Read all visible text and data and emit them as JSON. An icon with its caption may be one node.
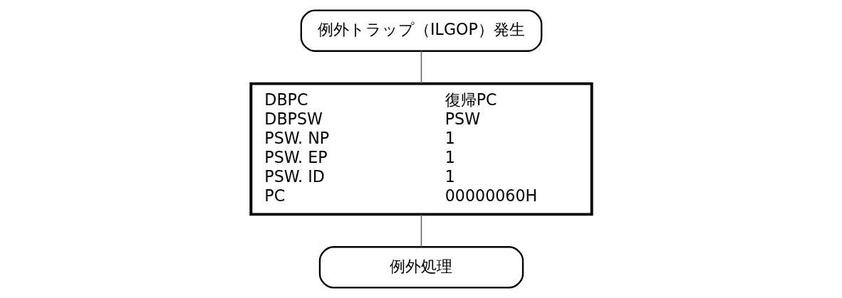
{
  "diagram": {
    "nodes": [
      {
        "text": [
          "例外トラップ（ILGOP）発生"
        ]
      },
      {
        "text": [
          "DBPC",
          "復帰PC",
          "DBPSW",
          "PSW",
          "PSW. NP",
          "1",
          "PSW. EP",
          "1",
          "PSW. ID",
          "1",
          "PC",
          "00000060H"
        ]
      },
      {
        "text": [
          "例外処理"
        ]
      }
    ],
    "edges": [
      {
        "from": 0,
        "to": 1,
        "arrow": "none"
      },
      {
        "from": 1,
        "to": 2,
        "arrow": "none"
      }
    ]
  }
}
